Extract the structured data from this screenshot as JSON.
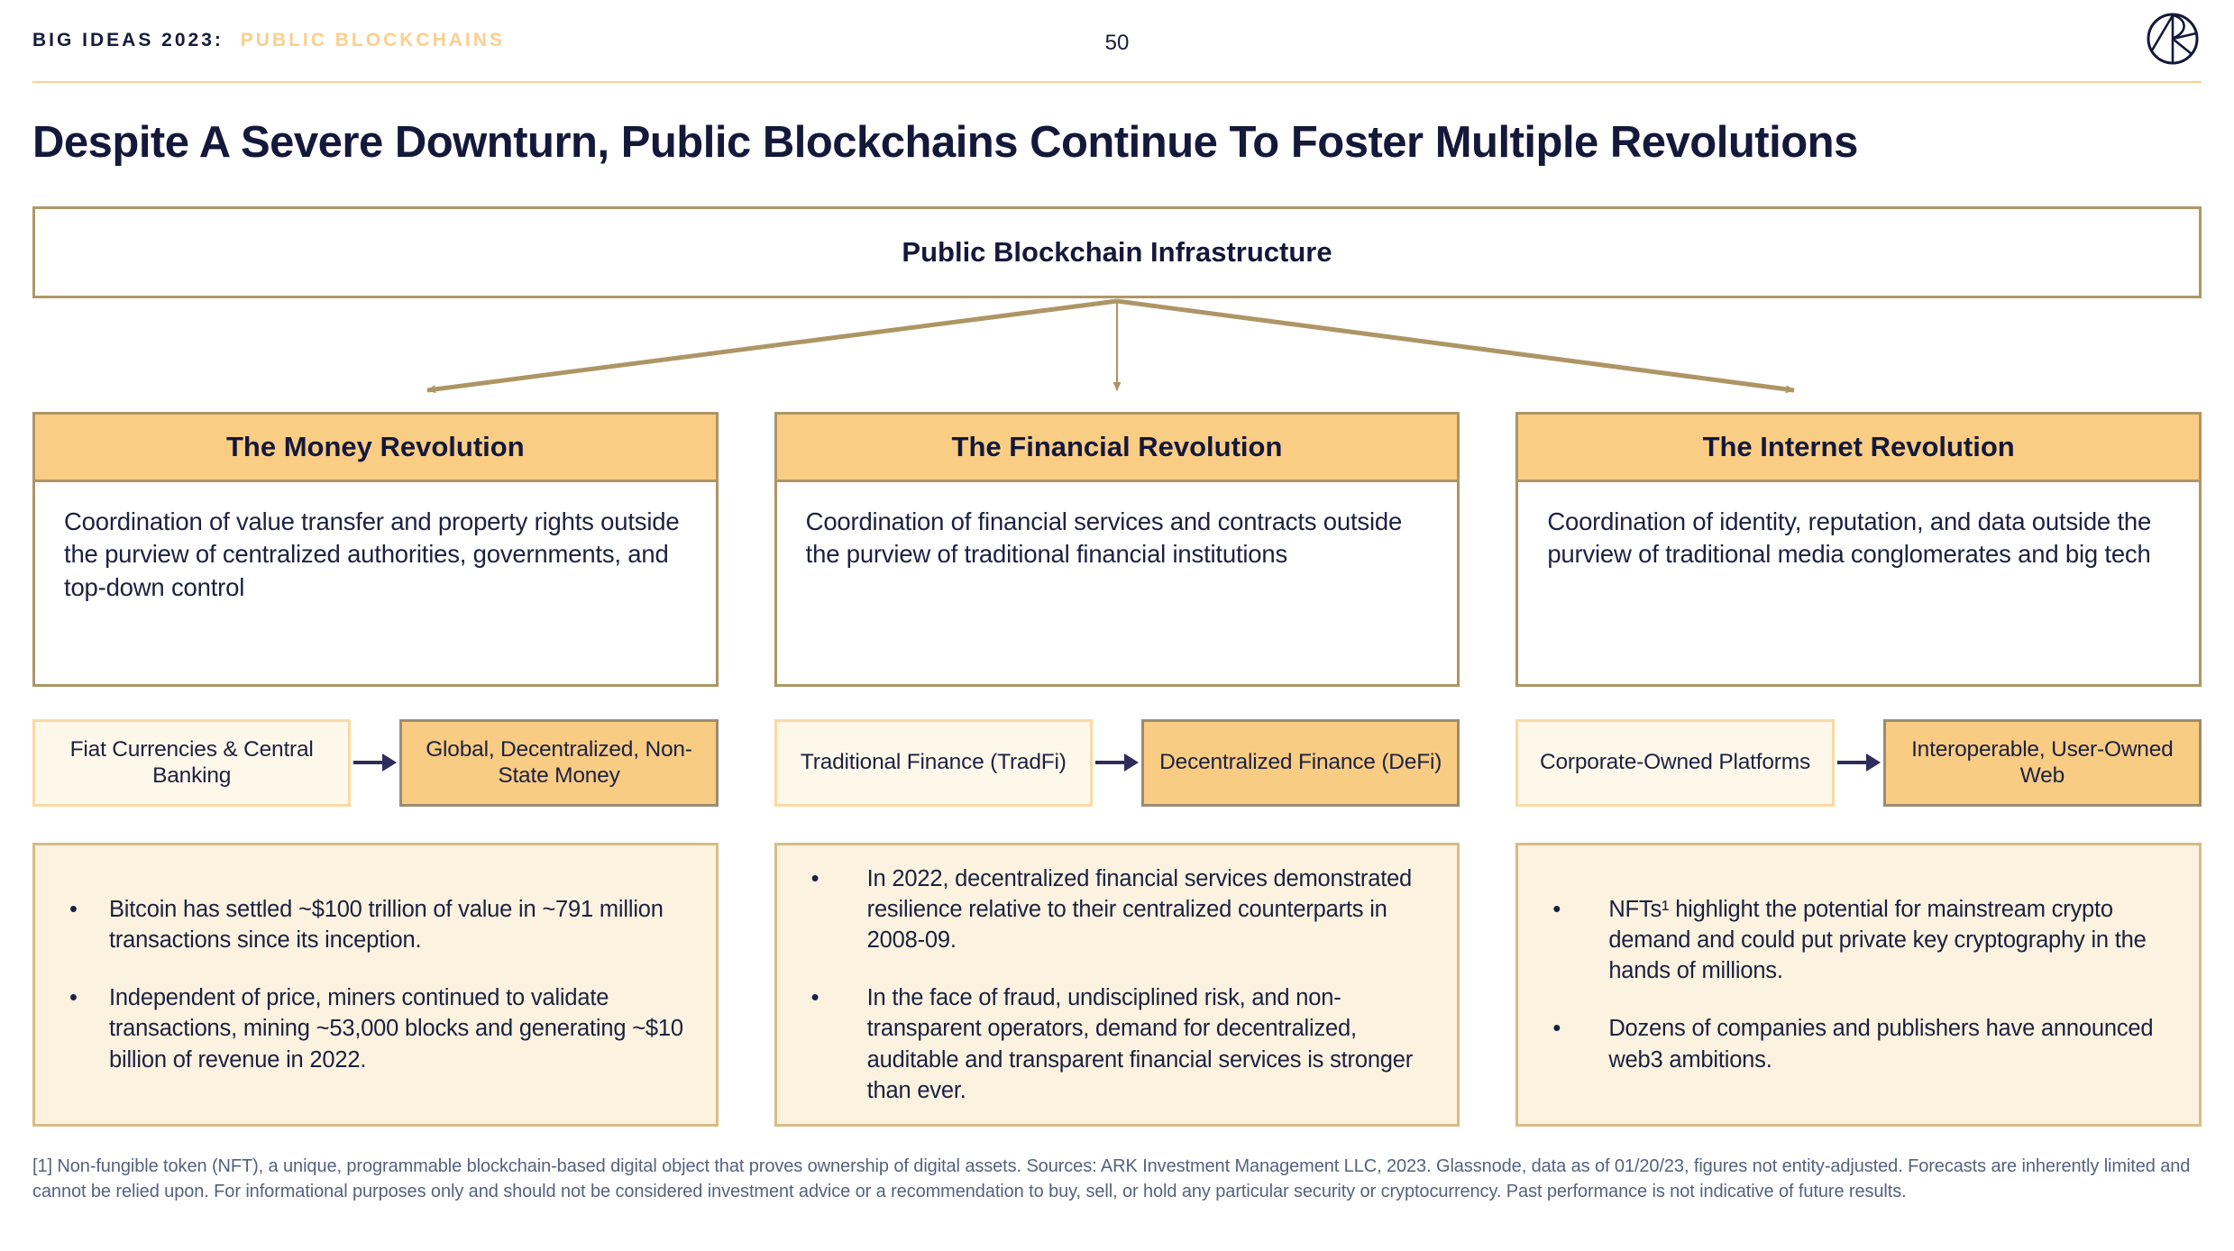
{
  "header": {
    "eyebrow_prefix": "BIG IDEAS 2023:",
    "eyebrow_topic": "PUBLIC BLOCKCHAINS",
    "page_number": "50",
    "logo": "ark-invest-circle-monogram"
  },
  "title": "Despite A Severe Downturn, Public Blockchains Continue To Foster Multiple Revolutions",
  "infrastructure_label": "Public Blockchain Infrastructure",
  "columns": [
    {
      "heading": "The Money Revolution",
      "description": "Coordination of value transfer and property rights outside the purview of centralized authorities, governments, and top-down control",
      "transition": {
        "from": "Fiat Currencies & Central Banking",
        "to": "Global, Decentralized, Non-State Money"
      },
      "bullets": [
        "Bitcoin has settled ~$100 trillion of value in ~791 million transactions since its inception.",
        "Independent of price, miners continued to validate transactions, mining ~53,000 blocks and generating ~$10 billion of revenue in 2022."
      ]
    },
    {
      "heading": "The Financial Revolution",
      "description": "Coordination of financial services and contracts outside the purview of traditional financial institutions",
      "transition": {
        "from": "Traditional Finance (TradFi)",
        "to": "Decentralized Finance (DeFi)"
      },
      "bullets": [
        "In 2022, decentralized financial services demonstrated resilience relative to their centralized counterparts in 2008-09.",
        "In the face of fraud, undisciplined risk, and non-transparent operators, demand for decentralized, auditable and transparent financial services is stronger than ever."
      ]
    },
    {
      "heading": "The Internet Revolution",
      "description": "Coordination of identity, reputation, and data outside the purview of traditional media conglomerates and big tech",
      "transition": {
        "from": "Corporate-Owned Platforms",
        "to": "Interoperable, User-Owned Web"
      },
      "bullets": [
        "NFTs¹ highlight the potential for mainstream crypto demand and could put private key cryptography in the hands of millions.",
        "Dozens of companies and publishers have announced web3 ambitions."
      ]
    }
  ],
  "footnote": "[1] Non-fungible token (NFT), a unique, programmable blockchain-based digital object that proves ownership of digital assets. Sources: ARK Investment Management LLC, 2023. Glassnode, data as of 01/20/23, figures not entity-adjusted. Forecasts are inherently limited and cannot be relied upon. For informational purposes only and should not be considered investment advice or a recommendation to buy, sell, or hold any particular security or cryptocurrency. Past performance is not indicative of future results.",
  "colors": {
    "accent_orange": "#FACD85",
    "accent_orange_light": "#FBCF8D",
    "cream_fill": "#FBF2DF",
    "tan_border": "#AE9565",
    "navy_text": "#14183A",
    "flow_arrow_navy": "#2F2B5B",
    "footnote_gray": "#54627E"
  }
}
